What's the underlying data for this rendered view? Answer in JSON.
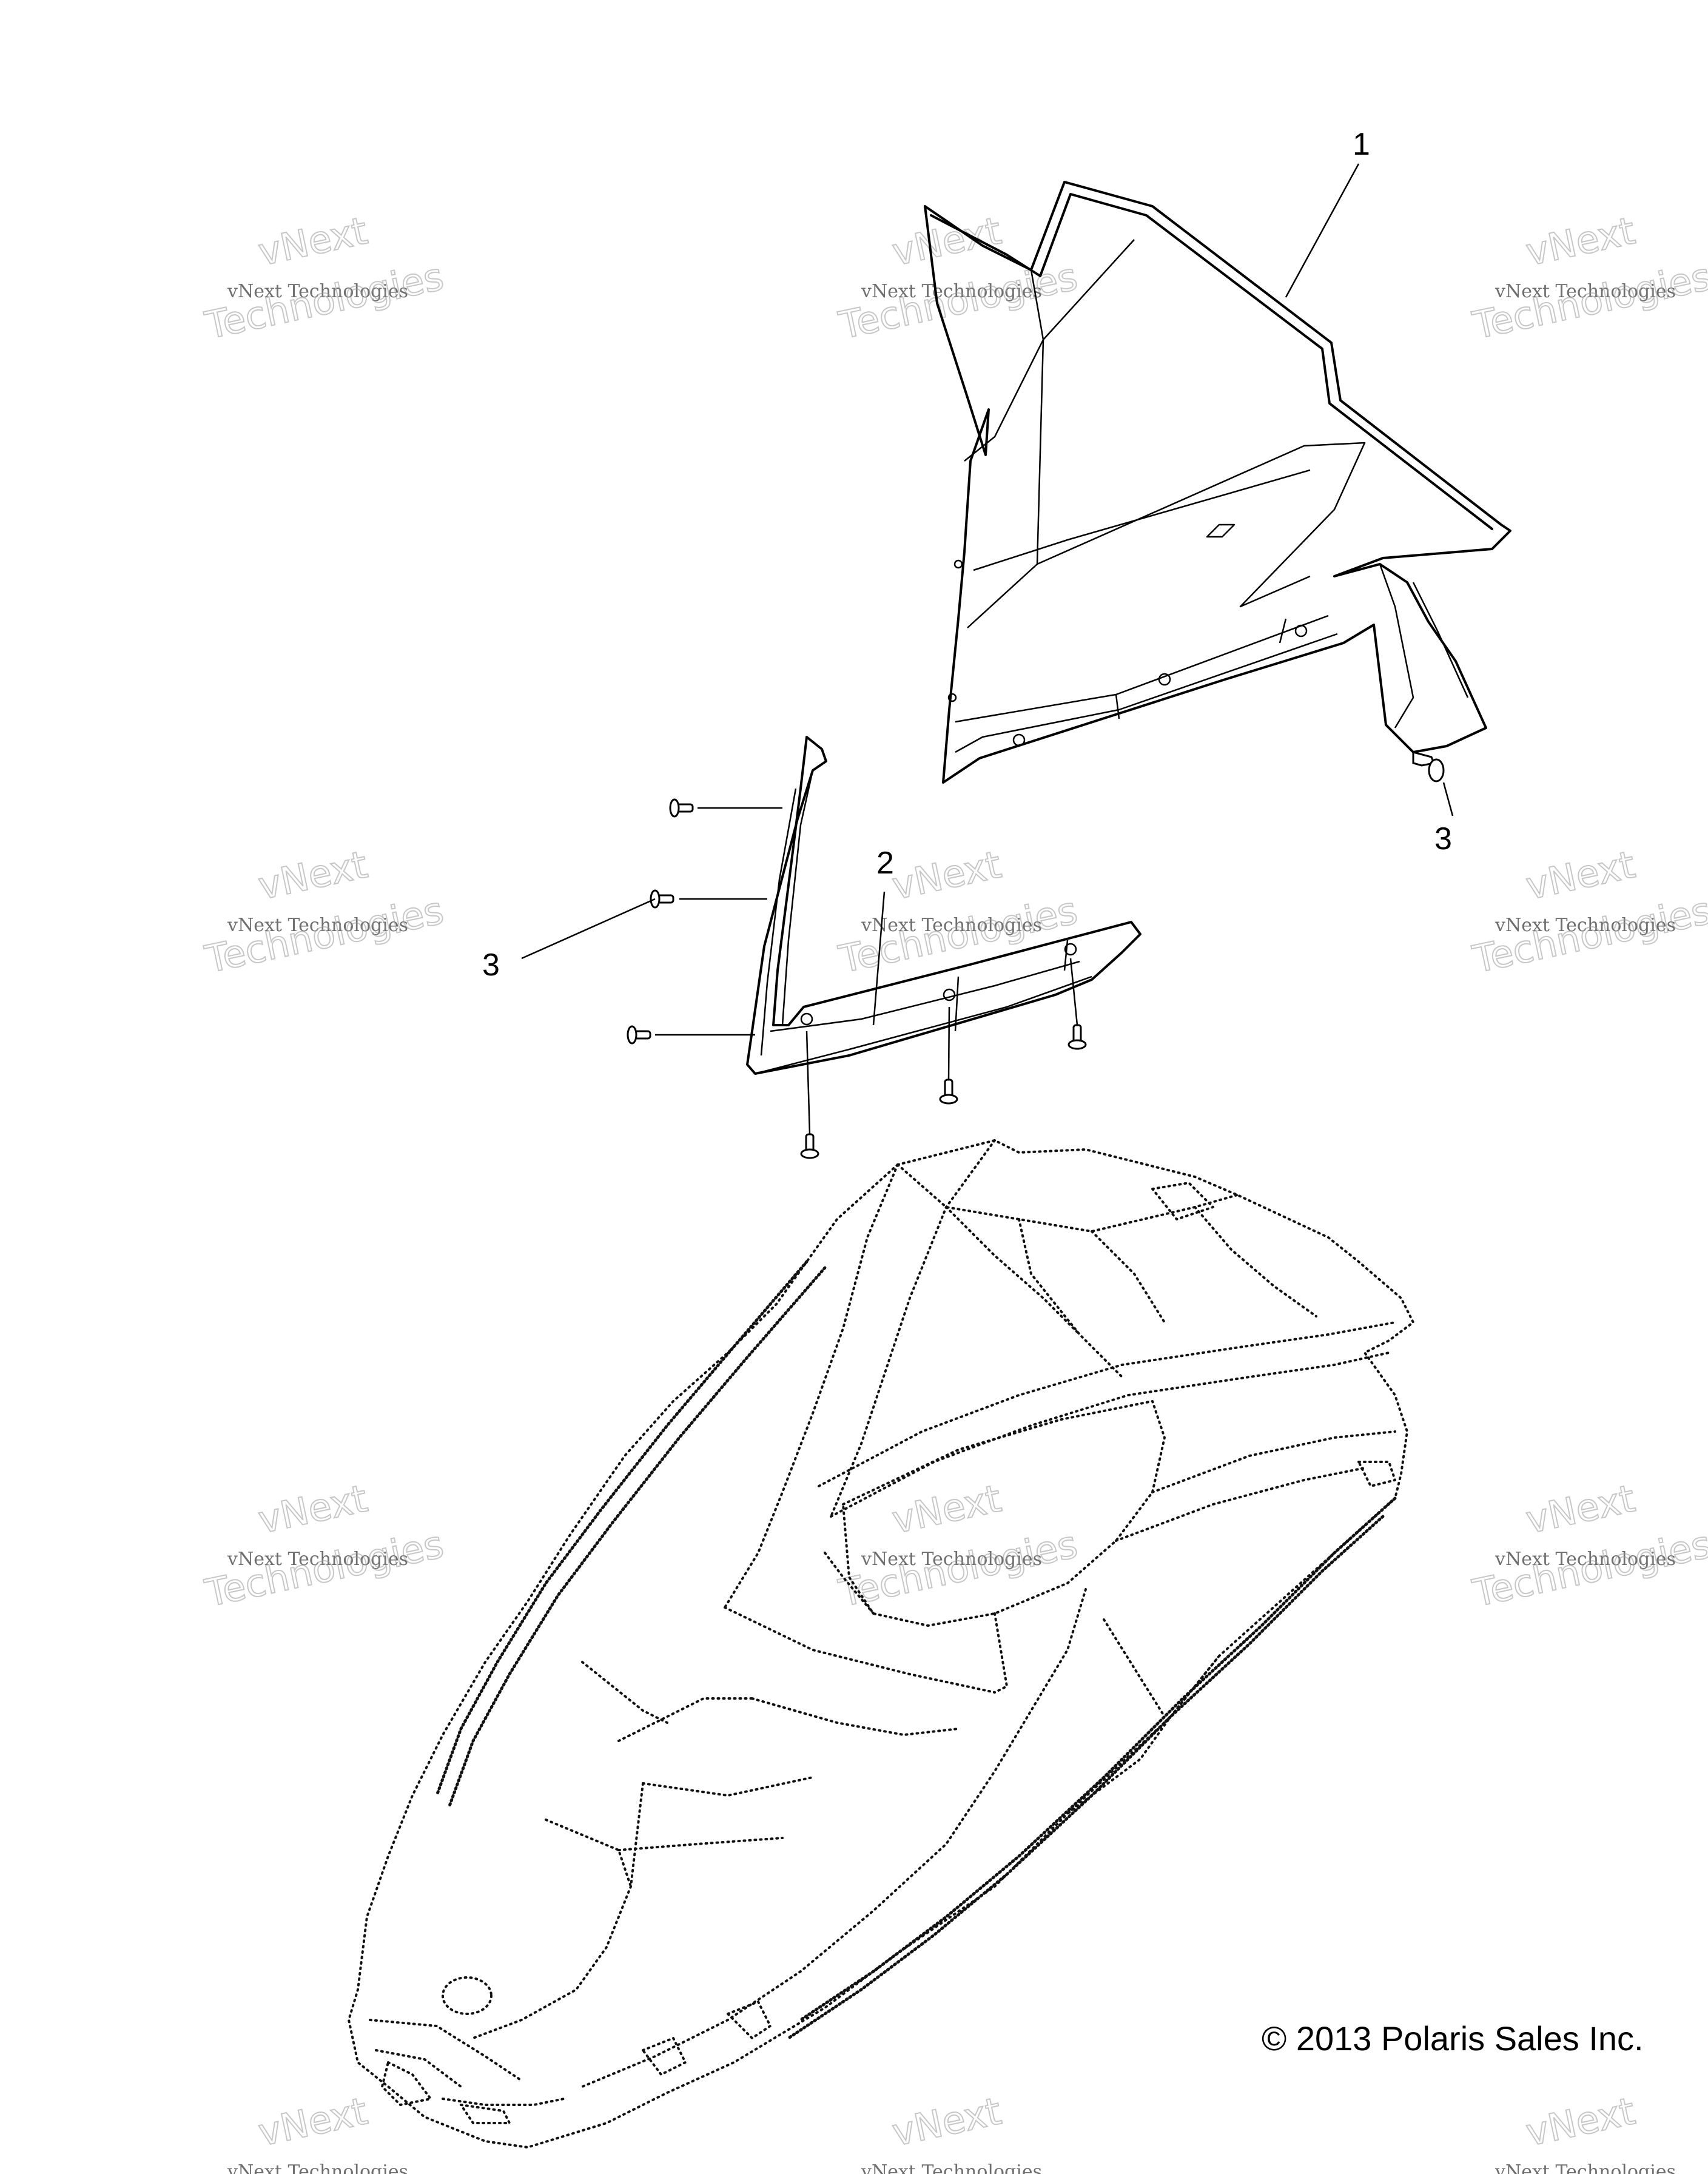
{
  "diagram": {
    "callouts": {
      "windshield": "1",
      "trim": "2",
      "fastener_top_right": "3",
      "fastener_left": "3"
    },
    "copyright": "© 2013 Polaris Sales Inc.",
    "watermark": {
      "line1": "vNext",
      "line2": "vNext Technologies",
      "line3": "Technologies"
    }
  }
}
